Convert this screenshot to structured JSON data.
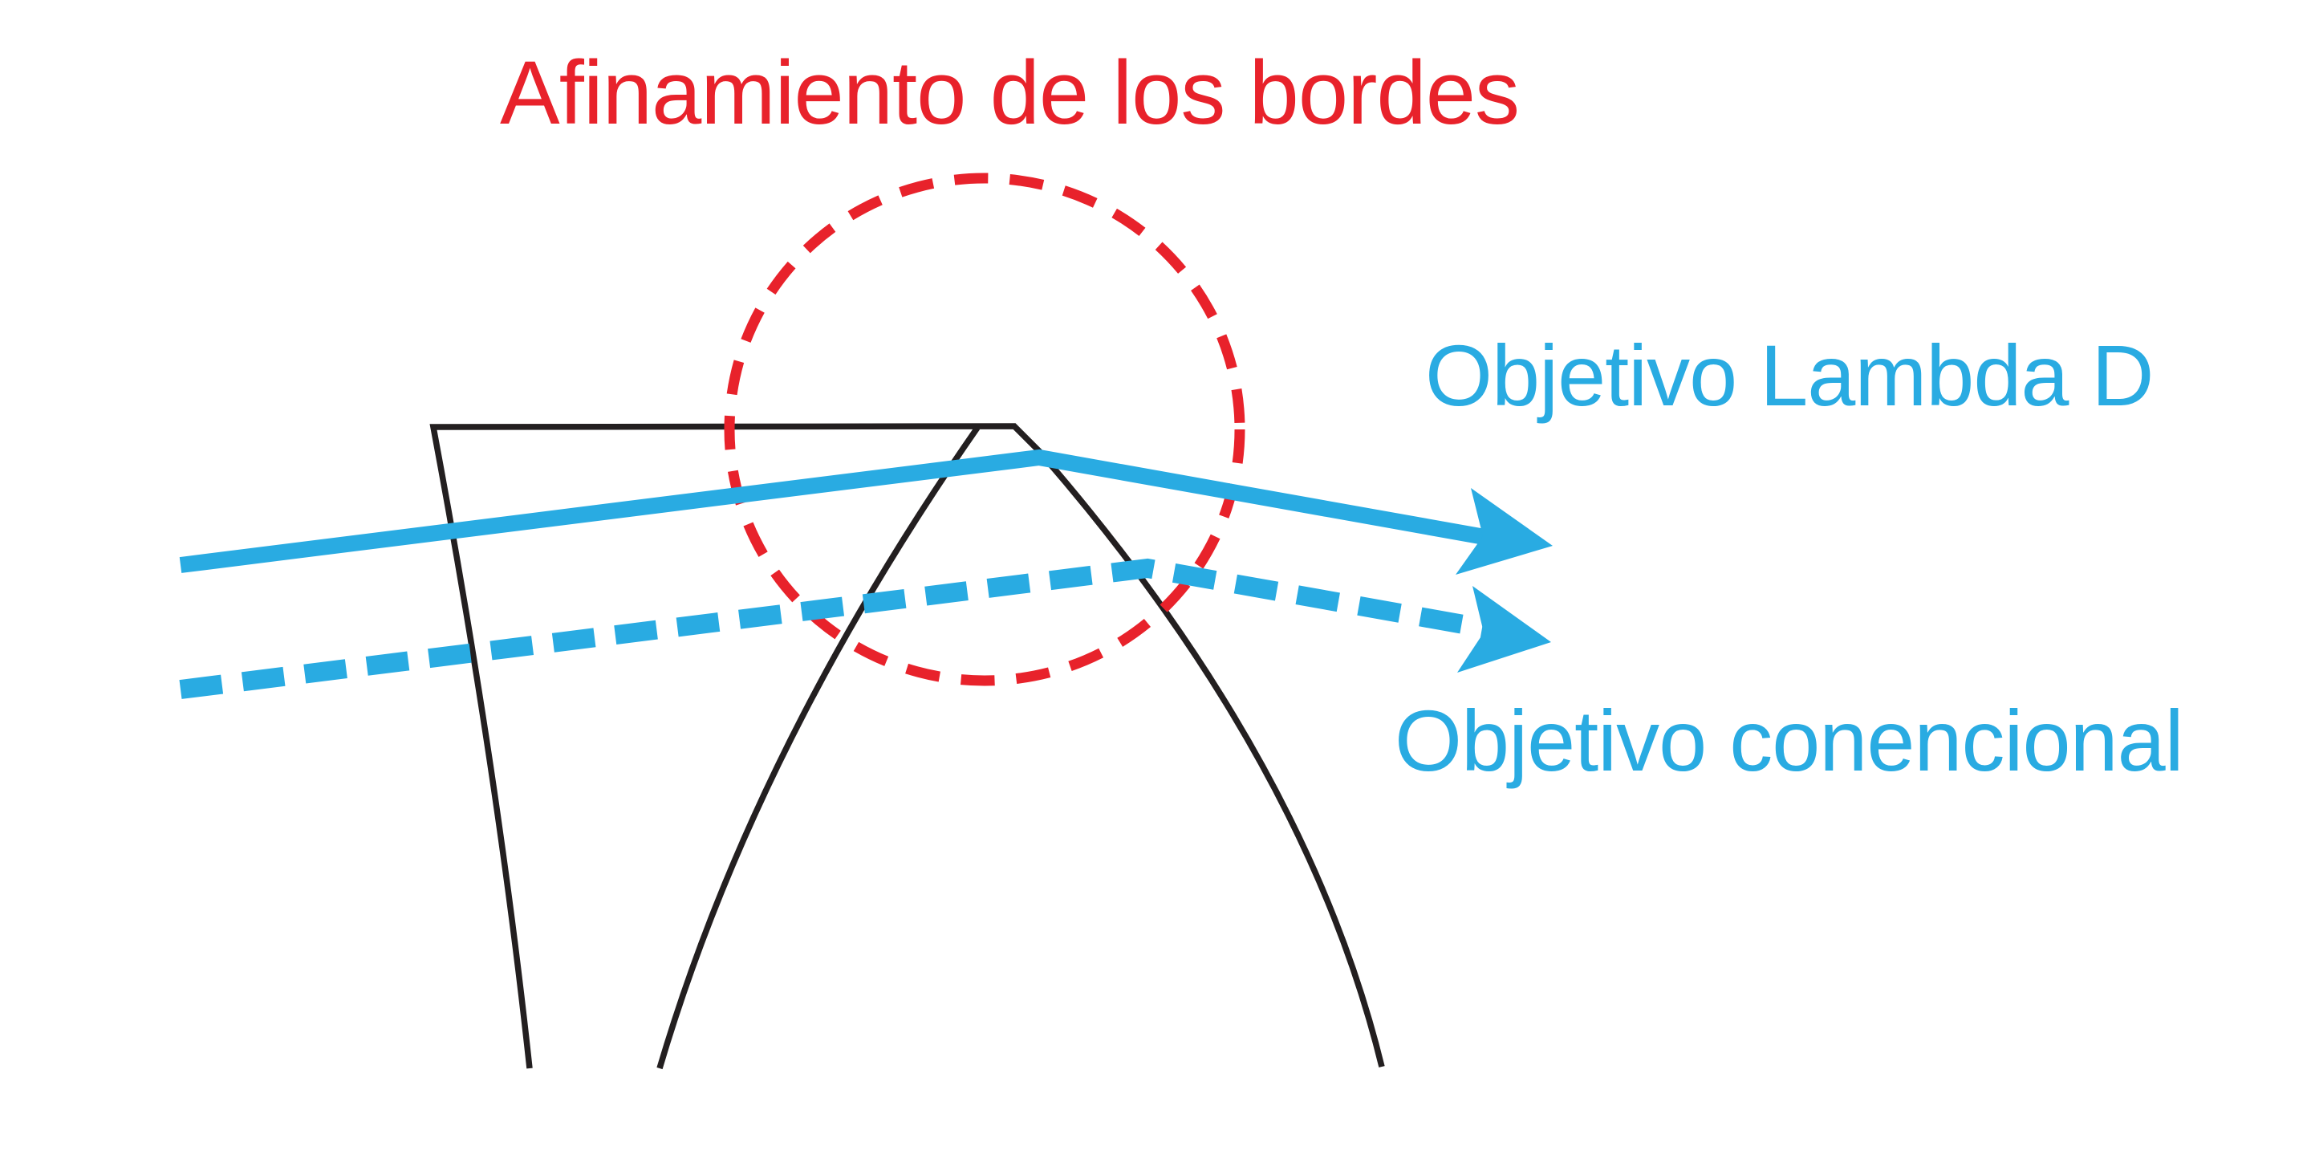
{
  "figure": {
    "title": "Afinamiento de los bordes",
    "label_solid_beam": "Objetivo Lambda D",
    "label_dashed_beam": "Objetivo conencional"
  },
  "colors": {
    "annotation_red": "#e8222b",
    "beam_blue": "#29abe2",
    "outline_black": "#231f20",
    "background": "#ffffff"
  }
}
